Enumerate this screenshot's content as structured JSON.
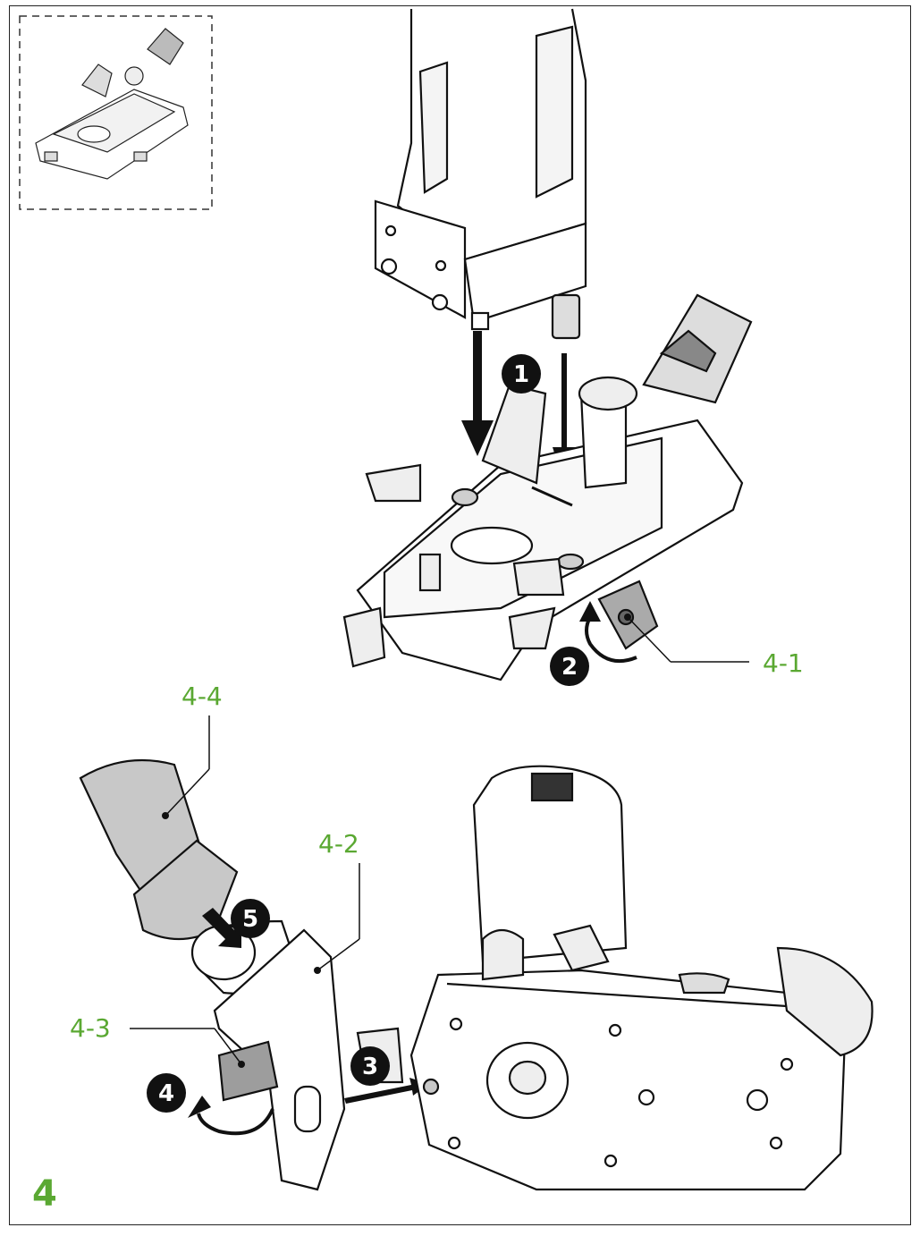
{
  "figure": {
    "number": "4",
    "callouts": {
      "c41": "4-1",
      "c42": "4-2",
      "c43": "4-3",
      "c44": "4-4"
    },
    "steps": [
      "1",
      "2",
      "3",
      "4",
      "5"
    ]
  },
  "colors": {
    "callout": "#5aa832",
    "line": "#111111",
    "part_gray": "#c8c8c8",
    "badge": "#111111"
  }
}
